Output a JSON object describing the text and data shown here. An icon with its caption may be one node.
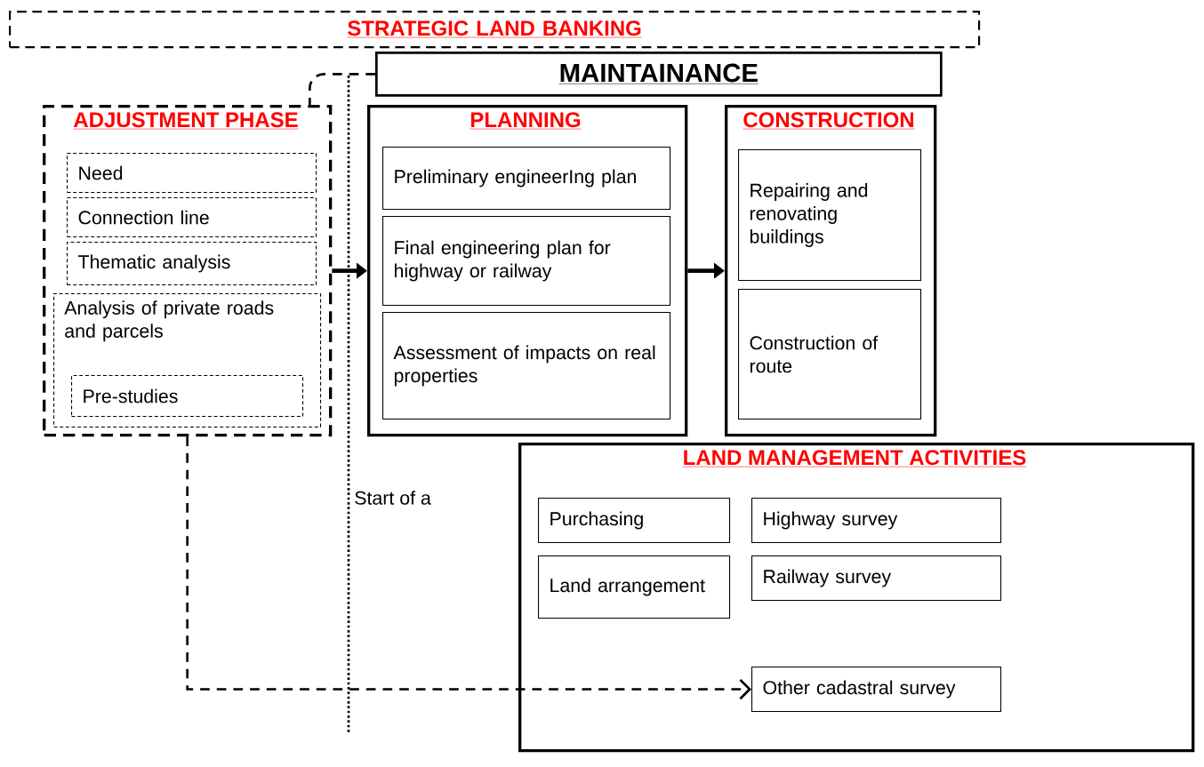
{
  "diagram": {
    "nodes": [
      {
        "text": [
          "STRATEGIC LAND BANKING"
        ]
      },
      {
        "text": [
          "MAINTAINANCE"
        ]
      },
      {
        "text": [
          "ADJUSTMENT PHASE"
        ]
      },
      {
        "text": [
          "Need"
        ],
        "in": 2
      },
      {
        "text": [
          "Connection line"
        ],
        "in": 2
      },
      {
        "text": [
          "Thematic analysis"
        ],
        "in": 2
      },
      {
        "text": [
          "Analysis of private roads and parcels"
        ],
        "in": 2
      },
      {
        "text": [
          "Pre-studies"
        ],
        "in": 6
      },
      {
        "text": [
          "PLANNING"
        ]
      },
      {
        "text": [
          "Preliminary engineerIng plan"
        ],
        "in": 8
      },
      {
        "text": [
          "Final engineering plan for highway or railway"
        ],
        "in": 8
      },
      {
        "text": [
          "Assessment of impacts on real properties"
        ],
        "in": 8
      },
      {
        "text": [
          "CONSTRUCTION"
        ]
      },
      {
        "text": [
          "Repairing and renovating buildings"
        ],
        "in": 12
      },
      {
        "text": [
          "Construction of route"
        ],
        "in": 12
      },
      {
        "text": [
          "LAND MANAGEMENT ACTIVITIES"
        ]
      },
      {
        "text": [
          "Purchasing"
        ],
        "in": 15
      },
      {
        "text": [
          "Land arrangement"
        ],
        "in": 15
      },
      {
        "text": [
          "Highway survey"
        ],
        "in": 15
      },
      {
        "text": [
          "Railway survey"
        ],
        "in": 15
      },
      {
        "text": [
          "Other cadastral survey"
        ],
        "in": 15
      }
    ],
    "edges": [
      {
        "from": 2,
        "to": 8,
        "arrow": "to"
      },
      {
        "from": 8,
        "to": 12,
        "arrow": "to"
      },
      {
        "from": 2,
        "to": 20,
        "arrow": "to",
        "style": "dashed"
      },
      {
        "from": 1,
        "to": 2,
        "arrow": "none",
        "style": "dashed"
      }
    ],
    "labels": [
      "Start of a"
    ]
  }
}
